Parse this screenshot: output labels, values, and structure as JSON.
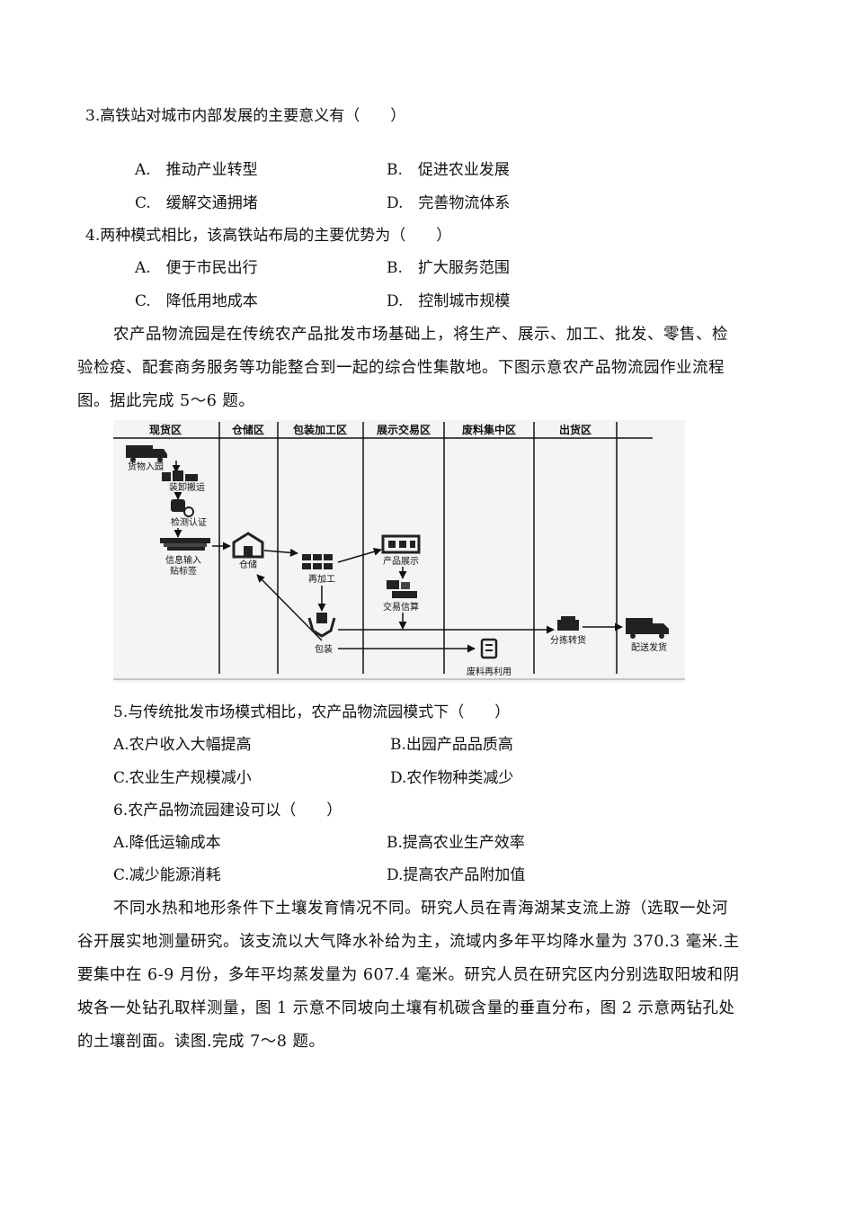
{
  "q3": {
    "stem": "3.高铁站对城市内部发展的主要意义有（　　）",
    "options": [
      "A.　推动产业转型",
      "B.　促进农业发展",
      "C.　缓解交通拥堵",
      "D.　完善物流体系"
    ]
  },
  "q4": {
    "stem": "4.两种模式相比，该高铁站布局的主要优势为（　　）",
    "options": [
      "A.　便于市民出行",
      "B.　扩大服务范围",
      "C.　降低用地成本",
      "D.　控制城市规模"
    ]
  },
  "intro1": {
    "lines": [
      "农产品物流园是在传统农产品批发市场基础上，将生产、展示、加工、批发、零售、检",
      "验检疫、配套商务服务等功能整合到一起的综合性集散地。下图示意农产品物流园作业流程",
      "图。据此完成 5～6 题。"
    ]
  },
  "flowchart": {
    "headers": [
      "现货区",
      "仓储区",
      "包装加工区",
      "展示交易区",
      "废料集中区",
      "出货区"
    ],
    "nodes": {
      "goods_in": "货物入园",
      "unload": "装卸搬运",
      "inspect": "检测认证",
      "info_input_1": "信息输入",
      "info_input_2": "贴标签",
      "storage": "仓储",
      "reprocess": "再加工",
      "pack": "包装",
      "display": "产品展示",
      "trade": "交易信算",
      "sort": "分拣转货",
      "deliver": "配送发货",
      "waste": "废料再利用"
    }
  },
  "q5": {
    "stem": "5.与传统批发市场模式相比，农产品物流园模式下（　　）",
    "options": [
      "A.农户收入大幅提高",
      "B.出园产品品质高",
      "C.农业生产规模减小",
      "D.农作物种类减少"
    ]
  },
  "q6": {
    "stem": "6.农产品物流园建设可以（　　）",
    "options": [
      "A.降低运输成本",
      "B.提高农业生产效率",
      "C.减少能源消耗",
      "D.提高农产品附加值"
    ]
  },
  "intro2": {
    "lines": [
      "不同水热和地形条件下土壤发育情况不同。研究人员在青海湖某支流上游（选取一处河",
      "谷开展实地测量研究。该支流以大气降水补给为主，流域内多年平均降水量为 370.3 毫米.主",
      "要集中在 6-9 月份，多年平均蒸发量为 607.4 毫米。研究人员在研究区内分别选取阳坡和阴",
      "坡各一处钻孔取样测量，图 1 示意不同坡向土壤有机碳含量的垂直分布，图 2 示意两钻孔处",
      "的土壤剖面。读图.完成 7～8 题。"
    ]
  }
}
